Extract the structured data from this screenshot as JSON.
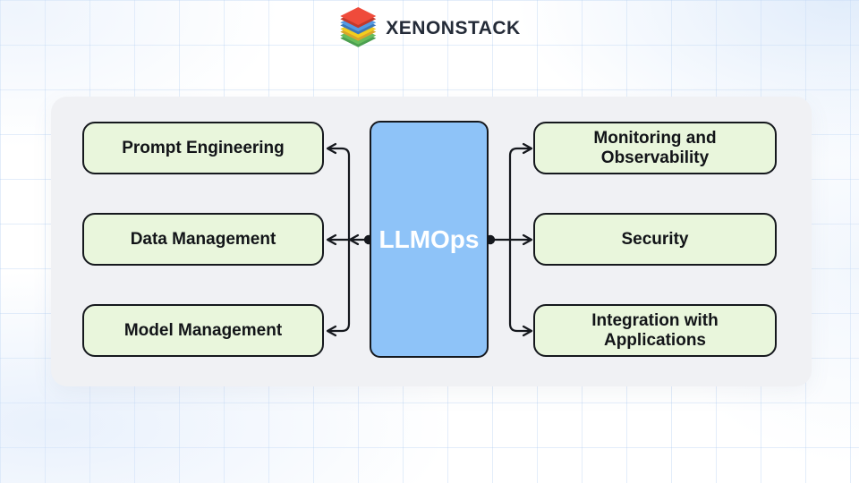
{
  "logo": {
    "brand": "XENONSTACK",
    "icon": "stacked-layers-icon",
    "layers": [
      {
        "top": "#ef4b3b",
        "side": "#c3392c"
      },
      {
        "top": "#539ae3",
        "side": "#3c77b8"
      },
      {
        "top": "#f3cd1e",
        "side": "#d8a52b"
      },
      {
        "top": "#67bd5b",
        "side": "#4b9f50"
      }
    ]
  },
  "diagram": {
    "center_node": {
      "label": "LLMOps"
    },
    "left_nodes": [
      {
        "label": "Prompt Engineering"
      },
      {
        "label": "Data Management"
      },
      {
        "label": "Model Management"
      }
    ],
    "right_nodes": [
      {
        "label": "Monitoring and Observability"
      },
      {
        "label": "Security"
      },
      {
        "label": "Integration with Applications"
      }
    ],
    "colors": {
      "node_fill": "#e9f6dc",
      "node_stroke": "#15181d",
      "center_fill": "#8ec3f8",
      "center_text": "#ffffff",
      "panel_bg": "#f0f1f4",
      "connector": "#15181d",
      "label_text": "#121418",
      "brand_text": "#242b38",
      "grid_line": "rgba(170,201,239,0.33)"
    }
  }
}
